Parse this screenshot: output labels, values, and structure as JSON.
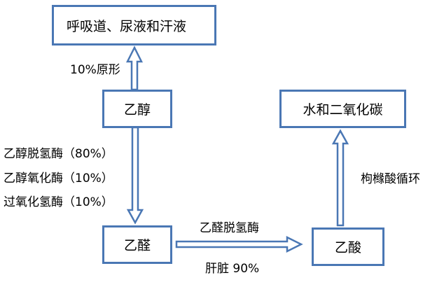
{
  "nodes": {
    "excretion": "呼吸道、尿液和汗液",
    "ethanol": "乙醇",
    "water_co2": "水和二氧化碳",
    "acetaldehyde": "乙醛",
    "acetic_acid": "乙酸"
  },
  "edges": {
    "unchanged": "10%原形",
    "adh": "乙醇脱氢酶（80%）",
    "meos": "乙醇氧化酶（10%）",
    "catalase": "过氧化氢酶（10%）",
    "aldh": "乙醛脱氢酶",
    "liver": "肝脏 90%",
    "tca": "枸橼酸循环"
  },
  "colors": {
    "box_border": "#4a77b4",
    "arrow_stroke": "#4a77b4",
    "arrow_fill": "#ffffff"
  }
}
